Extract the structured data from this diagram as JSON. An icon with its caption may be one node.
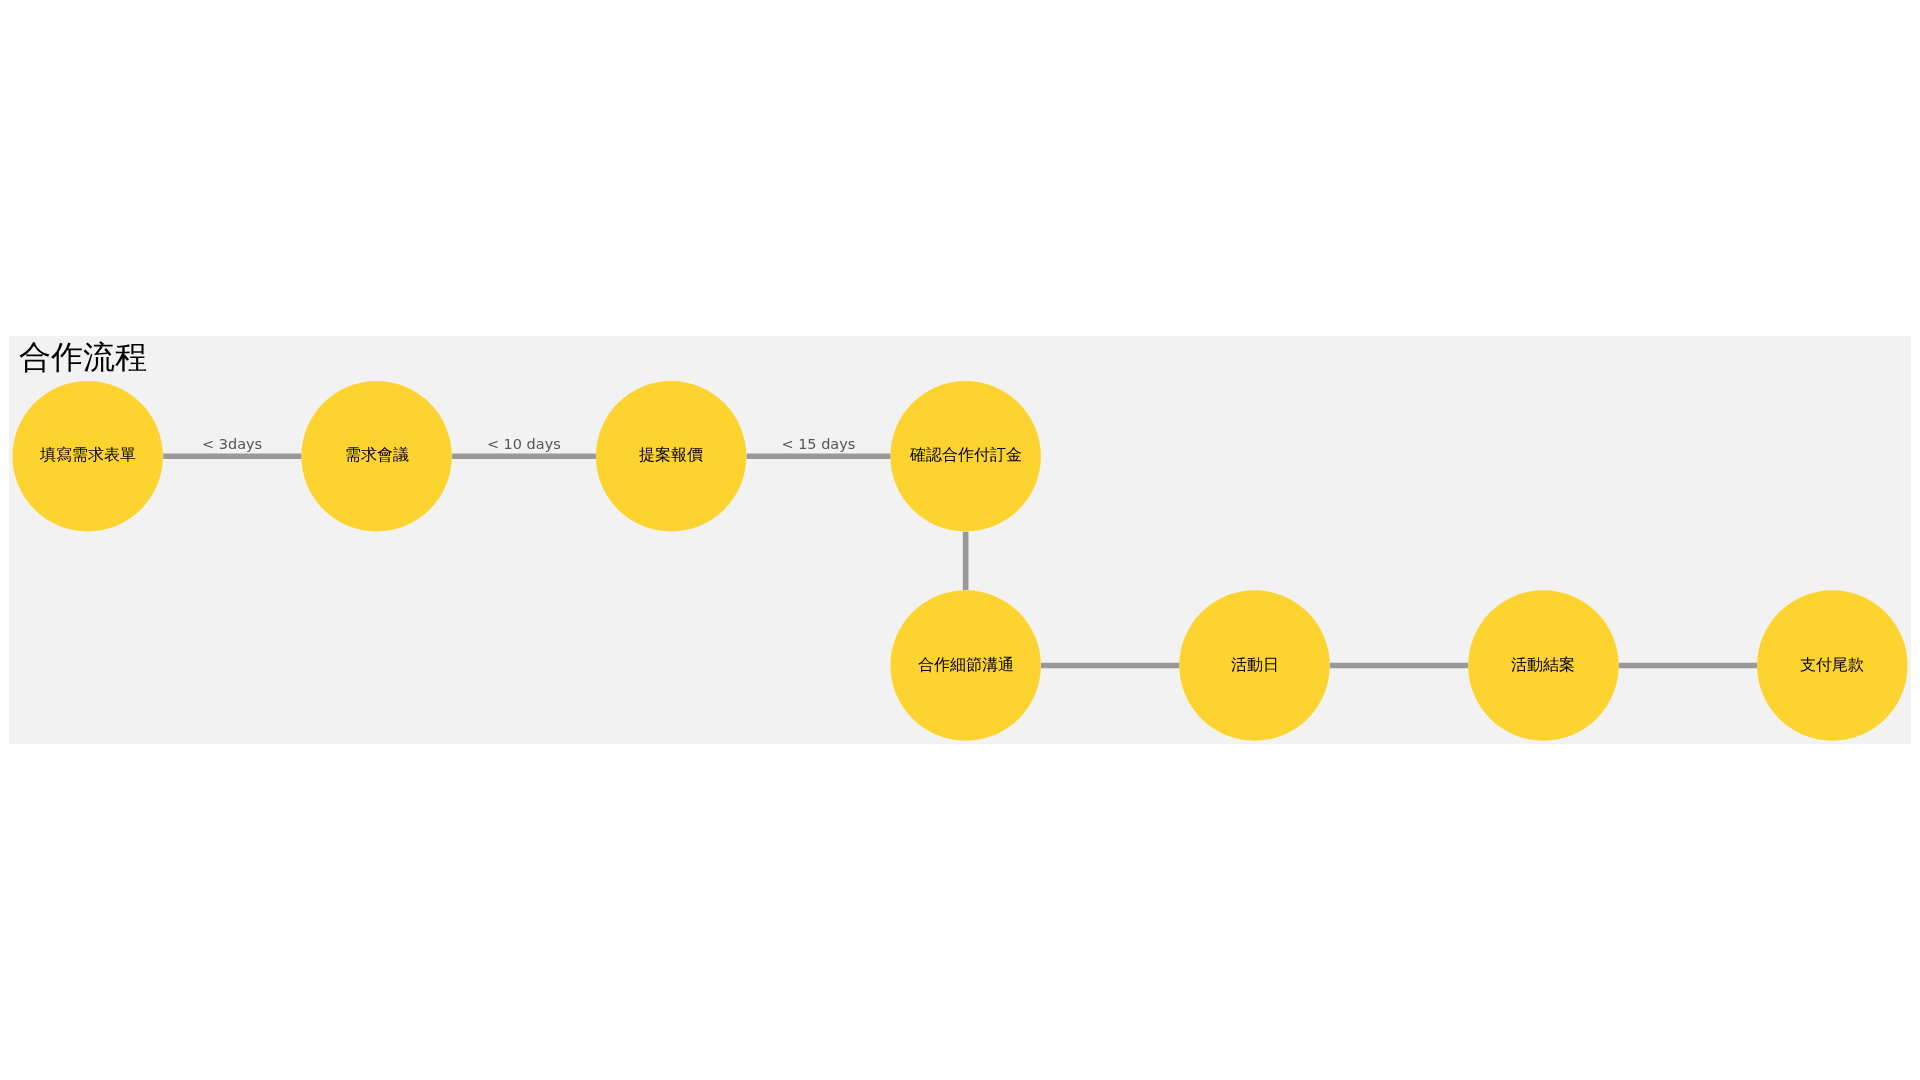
{
  "diagram": {
    "title": "合作流程",
    "nodes": [
      {
        "text": [
          "填寫需求表單"
        ]
      },
      {
        "text": [
          "需求會議"
        ]
      },
      {
        "text": [
          "提案報價"
        ]
      },
      {
        "text": [
          "確認合作付訂金"
        ]
      },
      {
        "text": [
          "合作細節溝通"
        ]
      },
      {
        "text": [
          "活動日"
        ]
      },
      {
        "text": [
          "活動結案"
        ]
      },
      {
        "text": [
          "支付尾款"
        ]
      }
    ],
    "edges": [
      {
        "from": 0,
        "to": 1,
        "arrow": "none",
        "label": "< 3days"
      },
      {
        "from": 1,
        "to": 2,
        "arrow": "none",
        "label": "< 10 days"
      },
      {
        "from": 2,
        "to": 3,
        "arrow": "none",
        "label": "< 15 days"
      },
      {
        "from": 3,
        "to": 4,
        "arrow": "none"
      },
      {
        "from": 4,
        "to": 5,
        "arrow": "none"
      },
      {
        "from": 5,
        "to": 6,
        "arrow": "none"
      },
      {
        "from": 6,
        "to": 7,
        "arrow": "none"
      }
    ]
  }
}
